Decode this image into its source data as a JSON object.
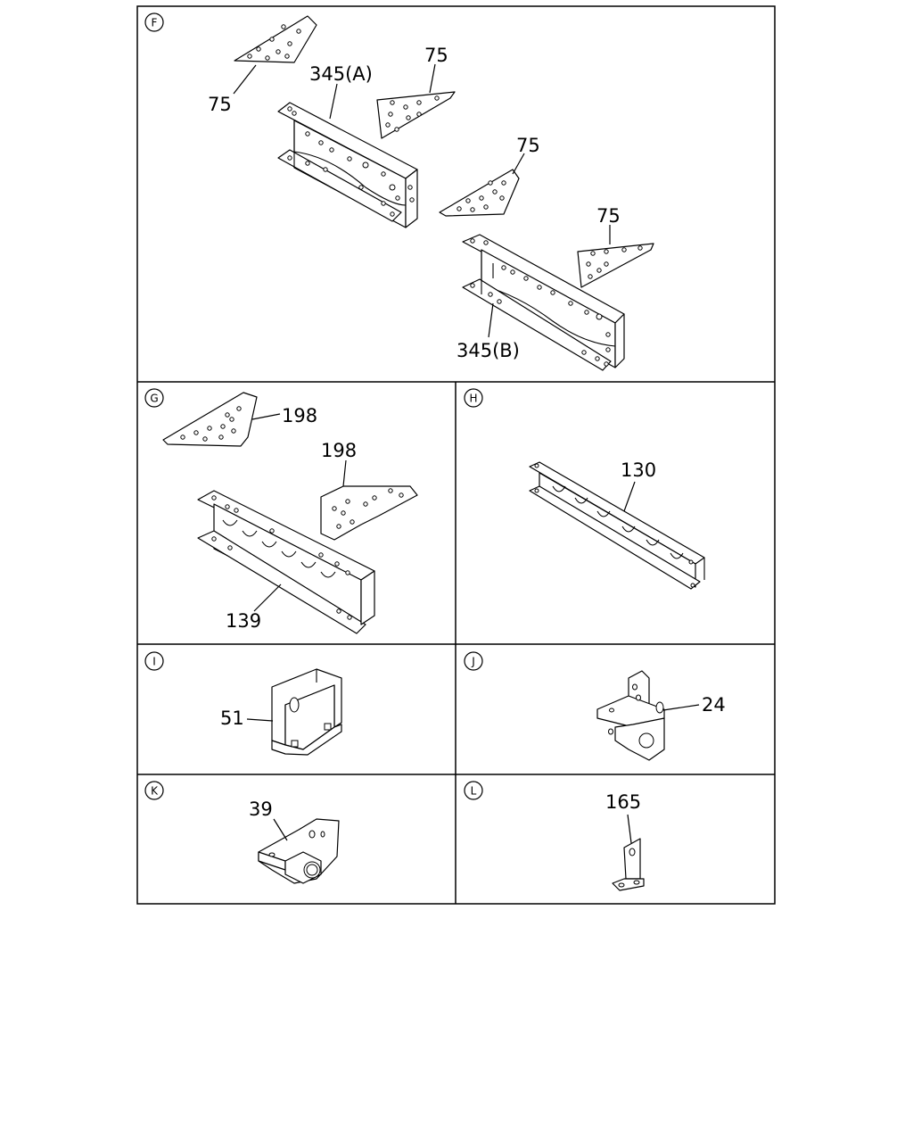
{
  "sections": {
    "F": {
      "letter": "F",
      "callouts": {
        "c1": "75",
        "c2": "345(A)",
        "c3": "75",
        "c4": "75",
        "c5": "75",
        "c6": "345(B)"
      }
    },
    "G": {
      "letter": "G",
      "callouts": {
        "c1": "198",
        "c2": "198",
        "c3": "139"
      }
    },
    "H": {
      "letter": "H",
      "callouts": {
        "c1": "130"
      }
    },
    "I": {
      "letter": "I",
      "callouts": {
        "c1": "51"
      }
    },
    "J": {
      "letter": "J",
      "callouts": {
        "c1": "24"
      }
    },
    "K": {
      "letter": "K",
      "callouts": {
        "c1": "39"
      }
    },
    "L": {
      "letter": "L",
      "callouts": {
        "c1": "165"
      }
    }
  }
}
